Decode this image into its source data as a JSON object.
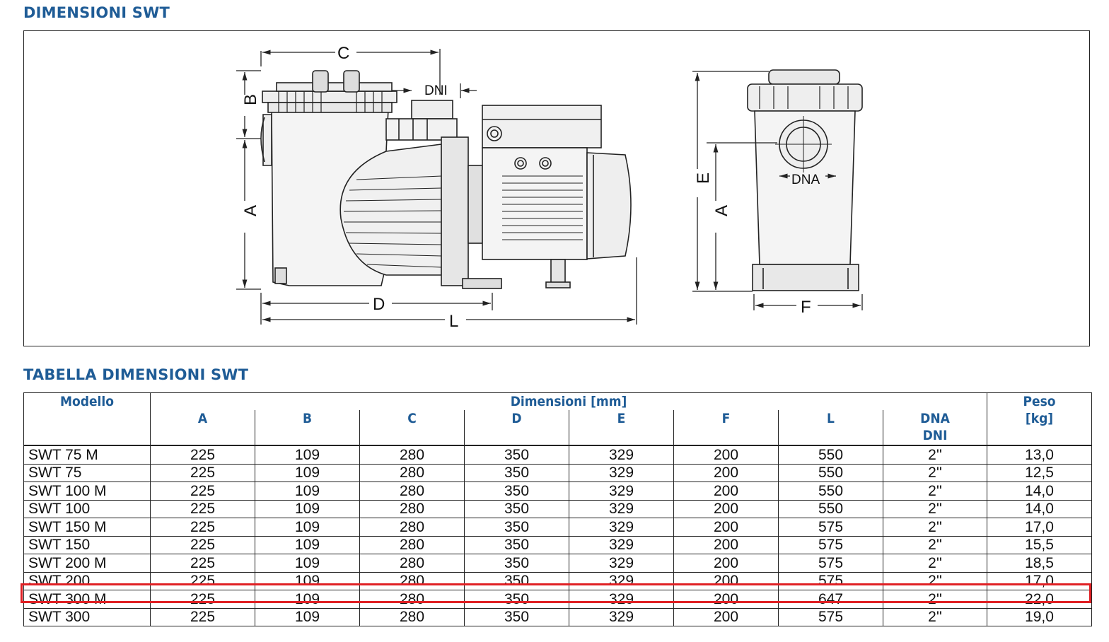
{
  "section_titles": {
    "dimensions": "DIMENSIONI SWT",
    "table": "TABELLA DIMENSIONI SWT"
  },
  "drawing_labels": {
    "C": "C",
    "B": "B",
    "A": "A",
    "D": "D",
    "L": "L",
    "DNI": "DNI",
    "E": "E",
    "F": "F",
    "DNA": "DNA"
  },
  "table": {
    "header_model": "Modello",
    "header_dimensions": "Dimensioni [mm]",
    "header_weight_line1": "Peso",
    "header_weight_line2": "[kg]",
    "columns": [
      "A",
      "B",
      "C",
      "D",
      "E",
      "F",
      "L"
    ],
    "header_dna": "DNA",
    "header_dni": "DNI",
    "rows": [
      {
        "model": "SWT 75 M",
        "A": "225",
        "B": "109",
        "C": "280",
        "D": "350",
        "E": "329",
        "F": "200",
        "L": "550",
        "DNA": "2''",
        "peso": "13,0"
      },
      {
        "model": "SWT 75",
        "A": "225",
        "B": "109",
        "C": "280",
        "D": "350",
        "E": "329",
        "F": "200",
        "L": "550",
        "DNA": "2''",
        "peso": "12,5"
      },
      {
        "model": "SWT 100 M",
        "A": "225",
        "B": "109",
        "C": "280",
        "D": "350",
        "E": "329",
        "F": "200",
        "L": "550",
        "DNA": "2''",
        "peso": "14,0"
      },
      {
        "model": "SWT 100",
        "A": "225",
        "B": "109",
        "C": "280",
        "D": "350",
        "E": "329",
        "F": "200",
        "L": "550",
        "DNA": "2''",
        "peso": "14,0"
      },
      {
        "model": "SWT 150 M",
        "A": "225",
        "B": "109",
        "C": "280",
        "D": "350",
        "E": "329",
        "F": "200",
        "L": "575",
        "DNA": "2''",
        "peso": "17,0"
      },
      {
        "model": "SWT 150",
        "A": "225",
        "B": "109",
        "C": "280",
        "D": "350",
        "E": "329",
        "F": "200",
        "L": "575",
        "DNA": "2''",
        "peso": "15,5"
      },
      {
        "model": "SWT 200 M",
        "A": "225",
        "B": "109",
        "C": "280",
        "D": "350",
        "E": "329",
        "F": "200",
        "L": "575",
        "DNA": "2''",
        "peso": "18,5"
      },
      {
        "model": "SWT 200",
        "A": "225",
        "B": "109",
        "C": "280",
        "D": "350",
        "E": "329",
        "F": "200",
        "L": "575",
        "DNA": "2''",
        "peso": "17,0"
      },
      {
        "model": "SWT 300 M",
        "A": "225",
        "B": "109",
        "C": "280",
        "D": "350",
        "E": "329",
        "F": "200",
        "L": "647",
        "DNA": "2''",
        "peso": "22,0",
        "highlighted": true
      },
      {
        "model": "SWT 300",
        "A": "225",
        "B": "109",
        "C": "280",
        "D": "350",
        "E": "329",
        "F": "200",
        "L": "575",
        "DNA": "2''",
        "peso": "19,0"
      }
    ]
  },
  "colors": {
    "title_blue": "#1f5c96",
    "highlight_red": "#e02024",
    "line": "#222222"
  }
}
